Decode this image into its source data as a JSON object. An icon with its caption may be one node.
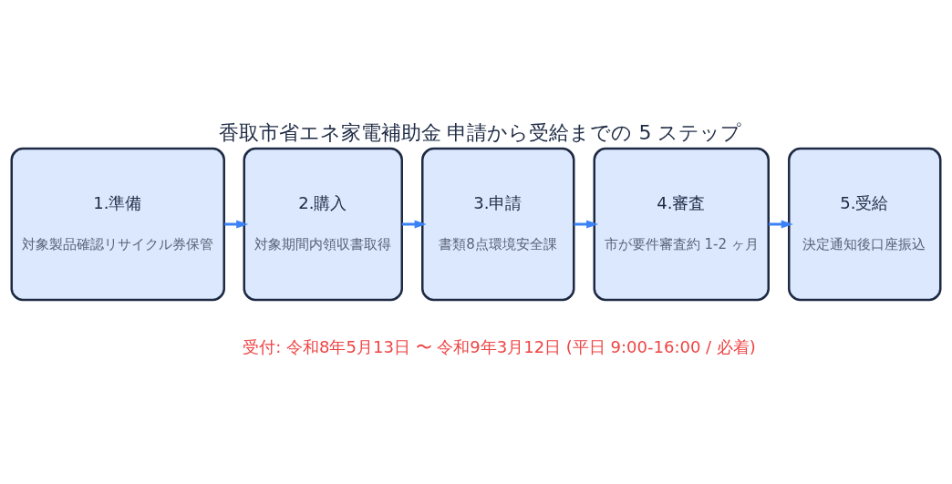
{
  "diagram": {
    "title": "香取市省エネ家電補助金 申請から受給までの 5 ステップ",
    "nodes": [
      {
        "text": [
          "1.準備",
          "対象製品確認リサイクル券保管"
        ]
      },
      {
        "text": [
          "2.購入",
          "対象期間内領収書取得"
        ]
      },
      {
        "text": [
          "3.申請",
          "書類8点環境安全課"
        ]
      },
      {
        "text": [
          "4.審査",
          "市が要件審査約 1-2 ヶ月"
        ]
      },
      {
        "text": [
          "5.受給",
          "決定通知後口座振込"
        ]
      }
    ],
    "edges": [
      {
        "from": 0,
        "to": 1,
        "arrow": "to"
      },
      {
        "from": 1,
        "to": 2,
        "arrow": "to"
      },
      {
        "from": 2,
        "to": 3,
        "arrow": "to"
      },
      {
        "from": 3,
        "to": 4,
        "arrow": "to"
      }
    ],
    "labels": [
      "受付: 令和8年5月13日 〜 令和9年3月12日 (平日 9:00-16:00 / 必着)"
    ]
  }
}
